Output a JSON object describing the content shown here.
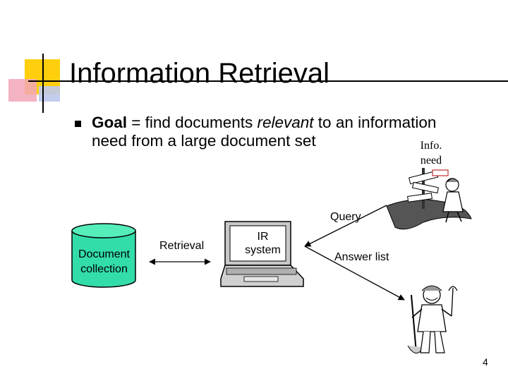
{
  "slide": {
    "title": "Information Retrieval",
    "goal_bold": "Goal",
    "goal_text1": " = find documents ",
    "goal_italic": "relevant",
    "goal_text2": " to an information",
    "goal_line2": "need from a large document set",
    "page_number": "4"
  },
  "diagram": {
    "info_need_line1": "Info.",
    "info_need_line2": "need",
    "query_label": "Query",
    "answer_label": "Answer list",
    "retrieval_label": "Retrieval",
    "document_line1": "Document",
    "document_line2": "collection",
    "ir_line1": "IR",
    "ir_line2": "system"
  },
  "colors": {
    "cylinder_fill": "#33ddaa",
    "accent_yellow": "#ffcc00",
    "accent_pink": "#f2a6b8",
    "accent_blue": "#bcc8ec"
  }
}
